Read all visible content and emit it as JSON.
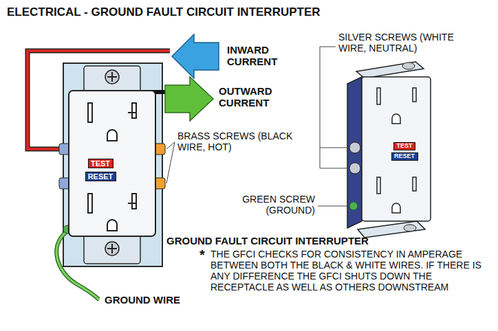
{
  "diagram": {
    "title": "ELECTRICAL - GROUND FAULT CIRCUIT INTERRUPTER",
    "nodes": [
      {
        "text": [
          "TEST"
        ]
      },
      {
        "text": [
          "RESET"
        ]
      },
      {
        "text": [
          "TEST"
        ]
      },
      {
        "text": [
          "RESET"
        ]
      }
    ],
    "labels": [
      "INWARD CURRENT",
      "OUTWARD CURRENT",
      "BRASS SCREWS (BLACK WIRE, HOT)",
      "SILVER SCREWS (WHITE WIRE, NEUTRAL)",
      "GREEN SCREW (GROUND)",
      "GROUND WIRE",
      "GROUND FAULT CIRCUIT INTERRUPTER",
      "*",
      "THE GFCI CHECKS FOR CONSISTENCY IN AMPERAGE BETWEEN BOTH THE BLACK & WHITE WIRES. IF THERE IS ANY DIFFERENCE THE GFCI SHUTS DOWN THE RECEPTACLE AS WELL AS OTHERS DOWNSTREAM"
    ]
  }
}
